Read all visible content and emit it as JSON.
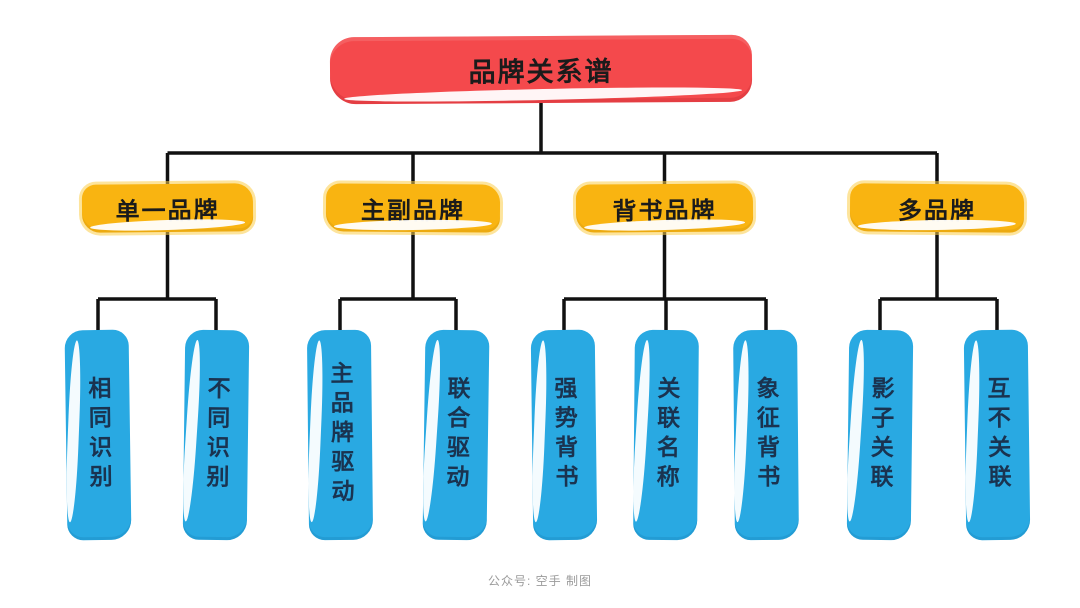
{
  "diagram": {
    "title": "品牌关系谱",
    "caption": "公众号: 空手 制图",
    "colors": {
      "root_fill": "#F4494C",
      "branch_fill": "#F9B411",
      "leaf_fill": "#29A9E2",
      "leaf_text": "#1A3350",
      "node_text": "#1B1B1B",
      "line": "#111111",
      "background": "#FFFFFF",
      "caption_text": "#9B9B9B"
    },
    "branches": [
      {
        "label": "单一品牌",
        "children": [
          "相同识别",
          "不同识别"
        ]
      },
      {
        "label": "主副品牌",
        "children": [
          "主品牌驱动",
          "联合驱动"
        ]
      },
      {
        "label": "背书品牌",
        "children": [
          "强势背书",
          "关联名称",
          "象征背书"
        ]
      },
      {
        "label": "多品牌",
        "children": [
          "影子关联",
          "互不关联"
        ]
      }
    ]
  }
}
